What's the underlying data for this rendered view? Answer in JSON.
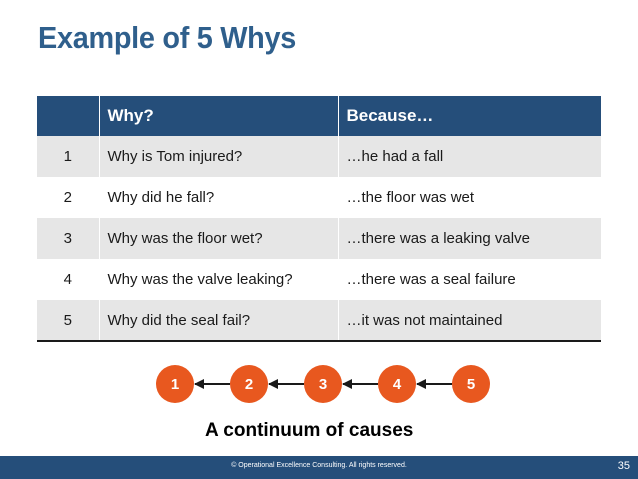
{
  "slide": {
    "title": "Example of 5 Whys",
    "page_number": "35"
  },
  "table": {
    "headers": [
      "",
      "Why?",
      "Because…"
    ],
    "rows": [
      {
        "num": "1",
        "why": "Why is Tom injured?",
        "because": "…he had a fall"
      },
      {
        "num": "2",
        "why": "Why did he fall?",
        "because": "…the floor was wet"
      },
      {
        "num": "3",
        "why": "Why was the floor wet?",
        "because": "…there was a leaking valve"
      },
      {
        "num": "4",
        "why": "Why was the valve leaking?",
        "because": "…there was a seal failure"
      },
      {
        "num": "5",
        "why": "Why did the seal fail?",
        "because": "…it was not maintained"
      }
    ]
  },
  "chain": {
    "nodes": [
      "1",
      "2",
      "3",
      "4",
      "5"
    ],
    "caption": "A continuum of causes",
    "node_color": "#e8581f",
    "arrow_color": "#1a1a1a"
  },
  "footer": {
    "text": "© Operational Excellence Consulting.  All rights reserved."
  },
  "colors": {
    "title": "#2f5f8c",
    "header_bg": "#254e7a",
    "row_shade": "#e6e6e6",
    "footer_bg": "#254e7a"
  }
}
